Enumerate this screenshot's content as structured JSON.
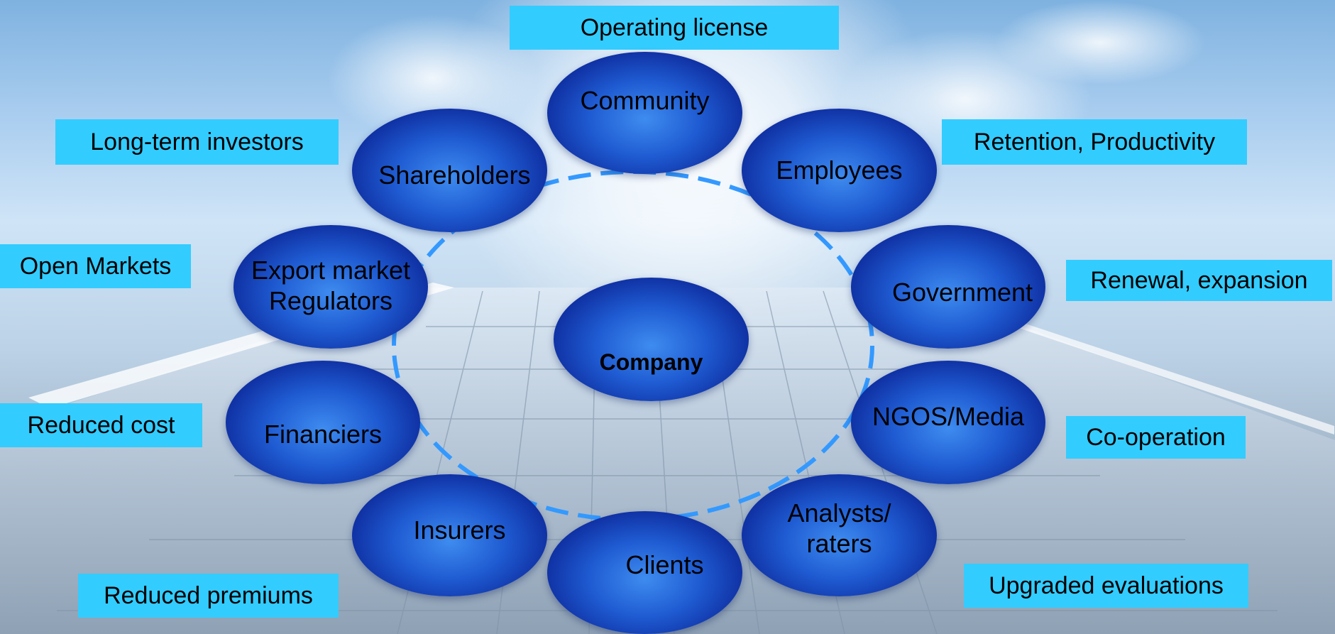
{
  "center": {
    "label": "Company"
  },
  "stakeholders": [
    {
      "id": "community",
      "label": "Community",
      "benefit": "Operating license"
    },
    {
      "id": "employees",
      "label": "Employees",
      "benefit": "Retention, Productivity"
    },
    {
      "id": "government",
      "label": "Government",
      "benefit": "Renewal, expansion"
    },
    {
      "id": "ngos-media",
      "label": "NGOS/Media",
      "benefit": "Co-operation"
    },
    {
      "id": "analysts",
      "label": "Analysts/\nraters",
      "benefit": "Upgraded evaluations"
    },
    {
      "id": "clients",
      "label": "Clients"
    },
    {
      "id": "insurers",
      "label": "Insurers",
      "benefit": "Reduced premiums"
    },
    {
      "id": "financiers",
      "label": "Financiers",
      "benefit": "Reduced cost"
    },
    {
      "id": "export-regulators",
      "label": "Export market\nRegulators",
      "benefit": "Open Markets"
    },
    {
      "id": "shareholders",
      "label": "Shareholders",
      "benefit": "Long-term investors"
    }
  ],
  "colors": {
    "label_bg": "#33ccff",
    "node_dark": "#0a1f78",
    "node_light": "#3e8cf0",
    "ring": "#3399ff"
  }
}
